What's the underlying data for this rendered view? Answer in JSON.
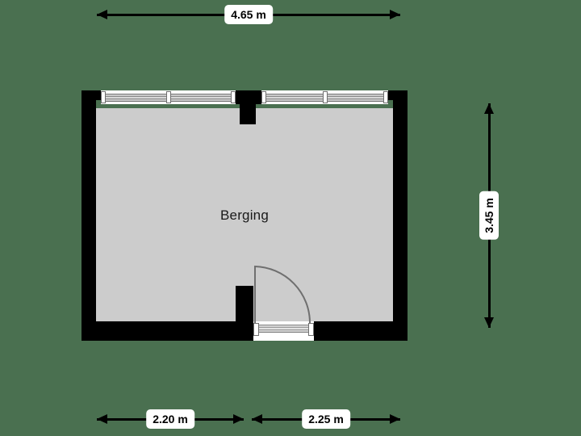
{
  "canvas": {
    "background_color": "#4a7050",
    "floor_color": "#cccccc",
    "wall_color": "#000000",
    "label_background": "#ffffff"
  },
  "plan": {
    "rooms": [
      {
        "name": "Berging",
        "label": "Berging"
      }
    ],
    "openings": {
      "window_left": "window",
      "window_right": "window",
      "door_bottom": "door-with-swing-arc"
    }
  },
  "dimensions": {
    "top": {
      "value": "4.65 m",
      "orientation": "horizontal"
    },
    "right": {
      "value": "3.45 m",
      "orientation": "vertical"
    },
    "bottom_left": {
      "value": "2.20 m",
      "orientation": "horizontal"
    },
    "bottom_right": {
      "value": "2.25 m",
      "orientation": "horizontal"
    }
  }
}
